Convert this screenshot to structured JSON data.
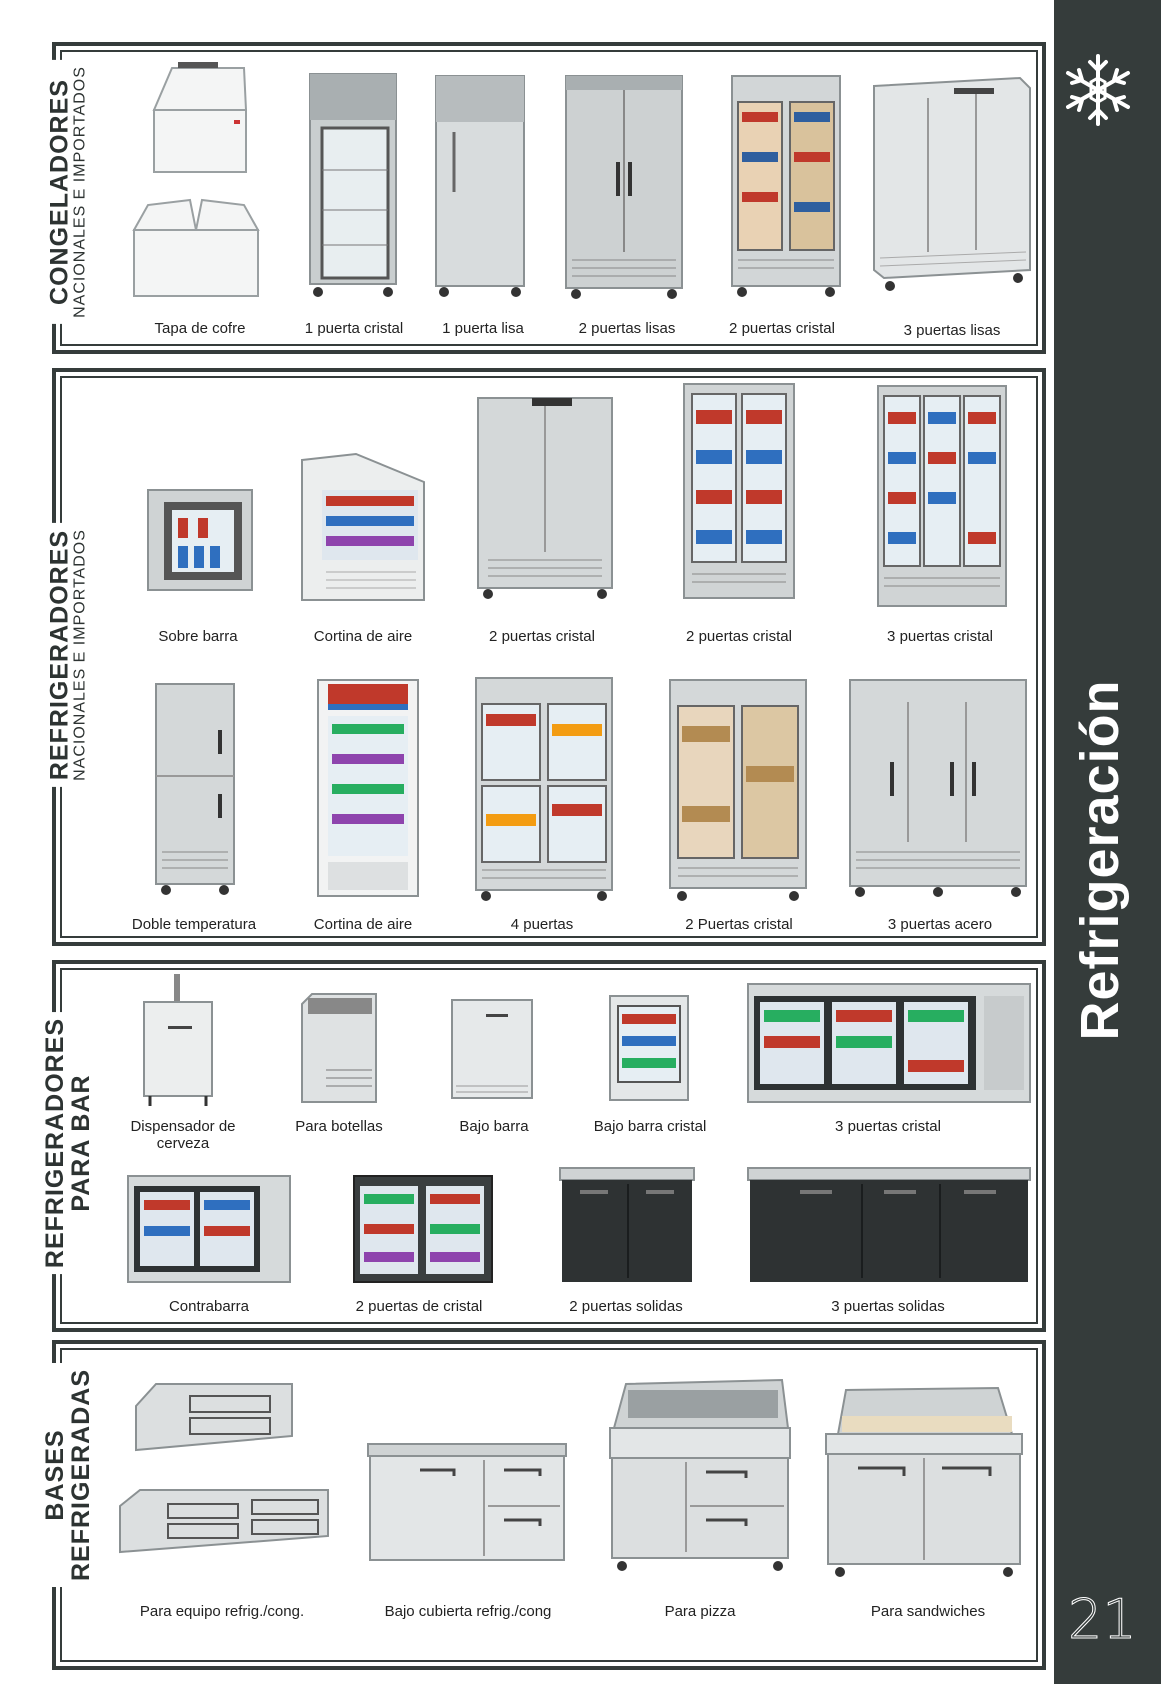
{
  "page": {
    "title": "Refrigeración",
    "number": "21"
  },
  "sections": {
    "congeladores": {
      "title": "CONGELADORES",
      "subtitle": "NACIONALES E IMPORTADOS",
      "captions": [
        "Tapa de cofre",
        "1 puerta cristal",
        "1 puerta lisa",
        "2 puertas lisas",
        "2 puertas cristal",
        "3 puertas lisas"
      ]
    },
    "refrigeradores": {
      "title": "REFRIGERADORES",
      "subtitle": "NACIONALES E IMPORTADOS",
      "captions_row1": [
        "Sobre barra",
        "Cortina de aire",
        "2 puertas cristal",
        "2 puertas cristal",
        "3 puertas cristal"
      ],
      "captions_row2": [
        "Doble temperatura",
        "Cortina de aire",
        "4 puertas",
        "2 Puertas cristal",
        "3 puertas acero"
      ]
    },
    "bar": {
      "title": "REFRIGERADORES",
      "subtitle": "PARA BAR",
      "captions_row1": [
        "Dispensador de cerveza",
        "Para botellas",
        "Bajo barra",
        "Bajo barra cristal",
        "3 puertas cristal"
      ],
      "captions_row2": [
        "Contrabarra",
        "2 puertas de cristal",
        "2 puertas solidas",
        "3 puertas solidas"
      ]
    },
    "bases": {
      "title": "BASES",
      "subtitle": "REFRIGERADAS",
      "captions": [
        "Para equipo refrig./cong.",
        "Bajo cubierta refrig./cong",
        "Para pizza",
        "Para sandwiches"
      ]
    }
  },
  "colors": {
    "sidebar": "#353c3b",
    "border": "#353c3b",
    "steel": "#d6dadb",
    "black_unit": "#2e3233"
  },
  "icons": {
    "snowflake": "snowflake-icon"
  }
}
